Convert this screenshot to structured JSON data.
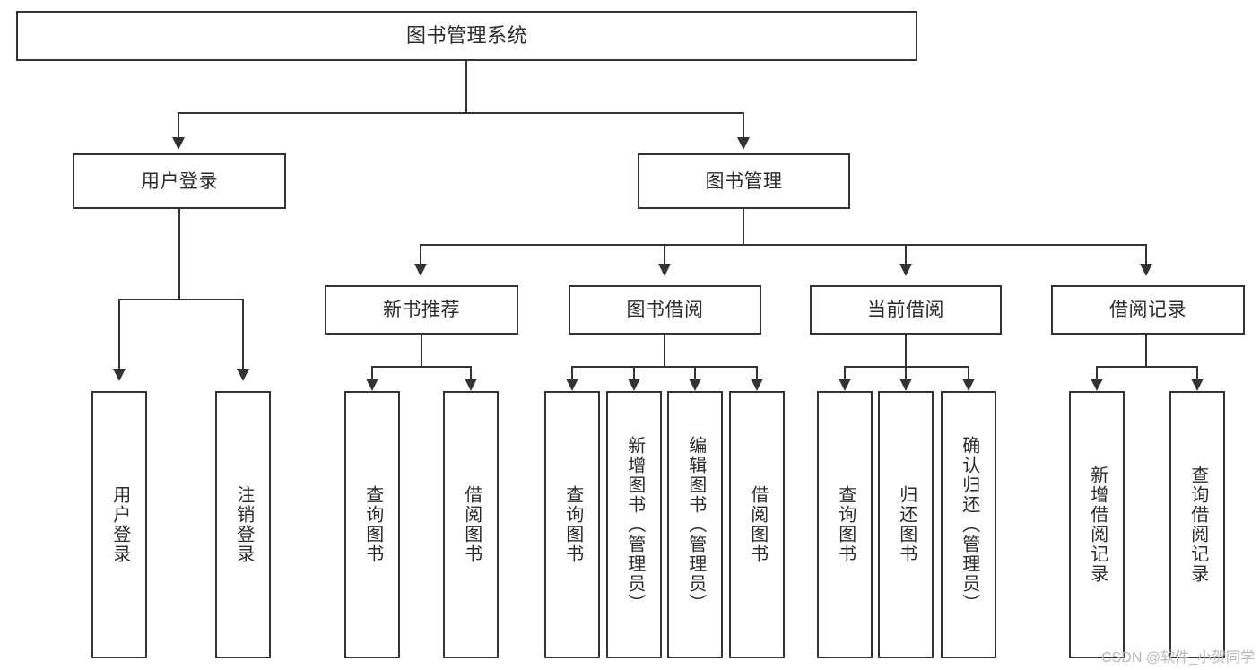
{
  "diagram": {
    "type": "tree",
    "title": "图书管理系统",
    "watermark": "CSDN @软件_小贺同学",
    "colors": {
      "stroke": "#333333",
      "fill": "#ffffff",
      "text": "#2b2b2b",
      "watermark": "#b8b8b8"
    },
    "nodes": {
      "root": {
        "label": "图书管理系统"
      },
      "level2": [
        {
          "label": "用户登录"
        },
        {
          "label": "图书管理"
        }
      ],
      "level3": [
        {
          "label": "新书推荐"
        },
        {
          "label": "图书借阅"
        },
        {
          "label": "当前借阅"
        },
        {
          "label": "借阅记录"
        }
      ],
      "leaves": {
        "user_login": [
          {
            "label": "用户登录"
          },
          {
            "label": "注销登录"
          }
        ],
        "new_book": [
          {
            "label": "查询图书"
          },
          {
            "label": "借阅图书"
          }
        ],
        "book_borrow": [
          {
            "label": "查询图书"
          },
          {
            "label": "新增图书（管理员）"
          },
          {
            "label": "编辑图书（管理员）"
          },
          {
            "label": "借阅图书"
          }
        ],
        "current_borrow": [
          {
            "label": "查询图书"
          },
          {
            "label": "归还图书"
          },
          {
            "label": "确认归还（管理员）"
          }
        ],
        "borrow_record": [
          {
            "label": "新增借阅记录"
          },
          {
            "label": "查询借阅记录"
          }
        ]
      }
    }
  }
}
